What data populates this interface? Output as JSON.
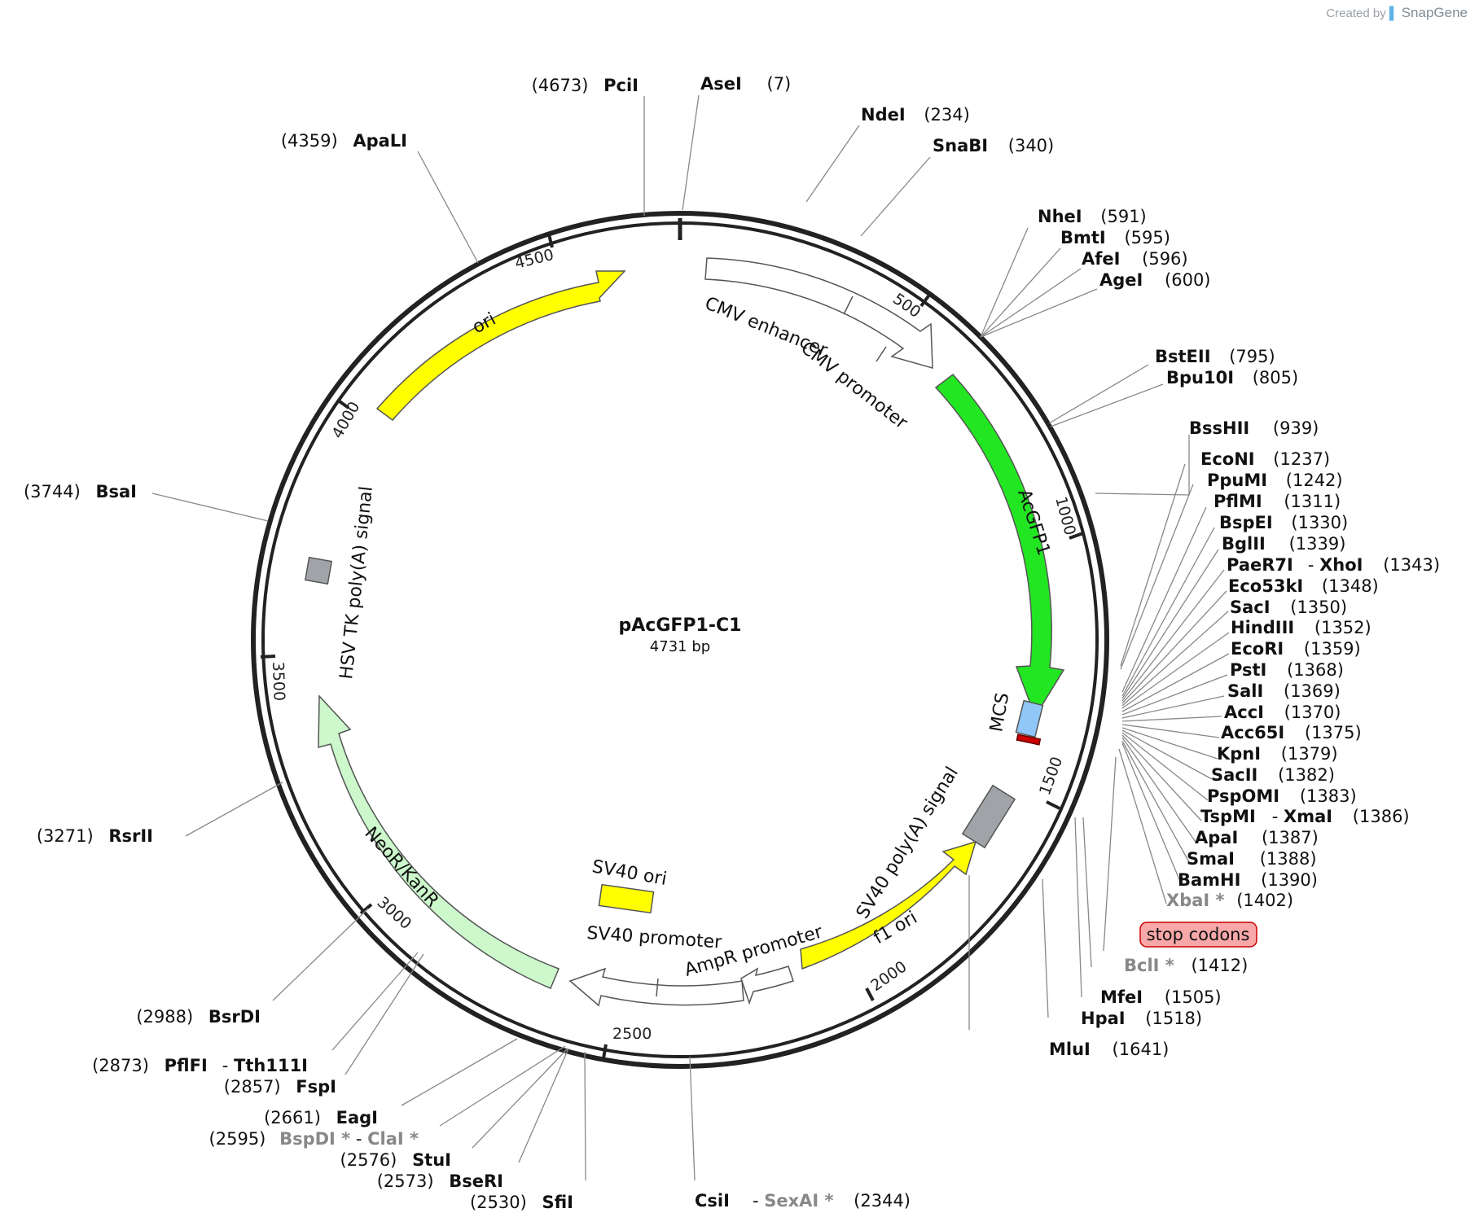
{
  "credit": {
    "prefix": "Created by",
    "brand": "SnapGene"
  },
  "plasmid": {
    "name": "pAcGFP1-C1",
    "length_label": "4731 bp",
    "length": 4731
  },
  "ticks": [
    "500",
    "1000",
    "1500",
    "2000",
    "2500",
    "3000",
    "3500",
    "4000",
    "4500"
  ],
  "features": [
    {
      "name": "CMV enhancer",
      "color": "#ffffff"
    },
    {
      "name": "CMV promoter",
      "color": "#ffffff"
    },
    {
      "name": "AcGFP1",
      "color": "#22e622"
    },
    {
      "name": "MCS",
      "color": "#8fc8f8"
    },
    {
      "name": "SV40 poly(A) signal",
      "color": "#a0a4a8"
    },
    {
      "name": "f1 ori",
      "color": "#ffff00"
    },
    {
      "name": "AmpR promoter",
      "color": "#ffffff"
    },
    {
      "name": "SV40 promoter",
      "color": "#ffffff"
    },
    {
      "name": "SV40 ori",
      "color": "#ffff00"
    },
    {
      "name": "NeoR/KanR",
      "color": "#ccf8cc"
    },
    {
      "name": "HSV TK poly(A) signal",
      "color": "#a0a4a8"
    },
    {
      "name": "ori",
      "color": "#ffff00"
    }
  ],
  "stop_codons_label": "stop codons",
  "sites": [
    {
      "pos": "(7)",
      "names": [
        "AseI"
      ]
    },
    {
      "pos": "(234)",
      "names": [
        "NdeI"
      ]
    },
    {
      "pos": "(340)",
      "names": [
        "SnaBI"
      ]
    },
    {
      "pos": "(591)",
      "names": [
        "NheI"
      ]
    },
    {
      "pos": "(595)",
      "names": [
        "BmtI"
      ]
    },
    {
      "pos": "(596)",
      "names": [
        "AfeI"
      ]
    },
    {
      "pos": "(600)",
      "names": [
        "AgeI"
      ]
    },
    {
      "pos": "(795)",
      "names": [
        "BstEII"
      ]
    },
    {
      "pos": "(805)",
      "names": [
        "Bpu10I"
      ]
    },
    {
      "pos": "(939)",
      "names": [
        "BssHII"
      ]
    },
    {
      "pos": "(1237)",
      "names": [
        "EcoNI"
      ]
    },
    {
      "pos": "(1242)",
      "names": [
        "PpuMI"
      ]
    },
    {
      "pos": "(1311)",
      "names": [
        "PflMI"
      ]
    },
    {
      "pos": "(1330)",
      "names": [
        "BspEI"
      ]
    },
    {
      "pos": "(1339)",
      "names": [
        "BglII"
      ]
    },
    {
      "pos": "(1343)",
      "names": [
        "PaeR7I",
        "XhoI"
      ]
    },
    {
      "pos": "(1348)",
      "names": [
        "Eco53kI"
      ]
    },
    {
      "pos": "(1350)",
      "names": [
        "SacI"
      ]
    },
    {
      "pos": "(1352)",
      "names": [
        "HindIII"
      ]
    },
    {
      "pos": "(1359)",
      "names": [
        "EcoRI"
      ]
    },
    {
      "pos": "(1368)",
      "names": [
        "PstI"
      ]
    },
    {
      "pos": "(1369)",
      "names": [
        "SalI"
      ]
    },
    {
      "pos": "(1370)",
      "names": [
        "AccI"
      ]
    },
    {
      "pos": "(1375)",
      "names": [
        "Acc65I"
      ]
    },
    {
      "pos": "(1379)",
      "names": [
        "KpnI"
      ]
    },
    {
      "pos": "(1382)",
      "names": [
        "SacII"
      ]
    },
    {
      "pos": "(1383)",
      "names": [
        "PspOMI"
      ]
    },
    {
      "pos": "(1386)",
      "names": [
        "TspMI",
        "XmaI"
      ]
    },
    {
      "pos": "(1387)",
      "names": [
        "ApaI"
      ]
    },
    {
      "pos": "(1388)",
      "names": [
        "SmaI"
      ]
    },
    {
      "pos": "(1390)",
      "names": [
        "BamHI"
      ]
    },
    {
      "pos": "(1402)",
      "names": [
        "XbaI *"
      ]
    },
    {
      "pos": "(1412)",
      "names": [
        "BclI *"
      ]
    },
    {
      "pos": "(1505)",
      "names": [
        "MfeI"
      ]
    },
    {
      "pos": "(1518)",
      "names": [
        "HpaI"
      ]
    },
    {
      "pos": "(1641)",
      "names": [
        "MluI"
      ]
    },
    {
      "pos": "(2344)",
      "names": [
        "CsiI",
        "SexAI *"
      ]
    },
    {
      "pos": "(2530)",
      "names": [
        "SfiI"
      ]
    },
    {
      "pos": "(2573)",
      "names": [
        "BseRI"
      ]
    },
    {
      "pos": "(2576)",
      "names": [
        "StuI"
      ]
    },
    {
      "pos": "(2595)",
      "names": [
        "BspDI *",
        "ClaI *"
      ]
    },
    {
      "pos": "(2661)",
      "names": [
        "EagI"
      ]
    },
    {
      "pos": "(2857)",
      "names": [
        "FspI"
      ]
    },
    {
      "pos": "(2873)",
      "names": [
        "PflFI",
        "Tth111I"
      ]
    },
    {
      "pos": "(2988)",
      "names": [
        "BsrDI"
      ]
    },
    {
      "pos": "(3271)",
      "names": [
        "RsrII"
      ]
    },
    {
      "pos": "(3744)",
      "names": [
        "BsaI"
      ]
    },
    {
      "pos": "(4359)",
      "names": [
        "ApaLI"
      ]
    },
    {
      "pos": "(4673)",
      "names": [
        "PciI"
      ]
    }
  ]
}
